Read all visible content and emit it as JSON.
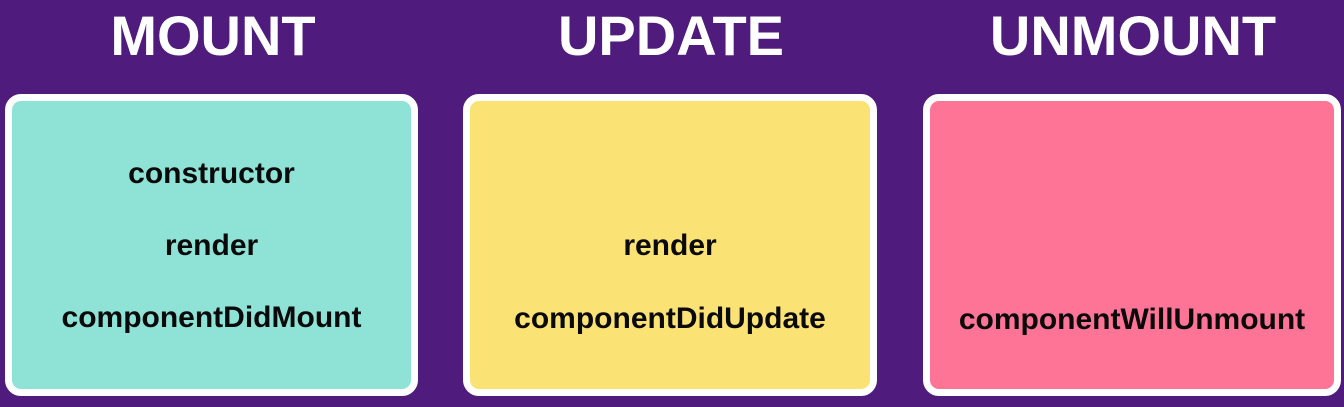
{
  "colors": {
    "background": "#4f1b7c",
    "mount_card": "#8ee3d6",
    "update_card": "#fae374",
    "unmount_card": "#fd7497",
    "card_border": "#ffffff",
    "title_text": "#ffffff",
    "item_text": "#0a0a0a"
  },
  "phases": [
    {
      "title": "MOUNT",
      "methods": [
        "constructor",
        "render",
        "componentDidMount"
      ]
    },
    {
      "title": "UPDATE",
      "methods": [
        "render",
        "componentDidUpdate"
      ]
    },
    {
      "title": "UNMOUNT",
      "methods": [
        "componentWillUnmount"
      ]
    }
  ]
}
